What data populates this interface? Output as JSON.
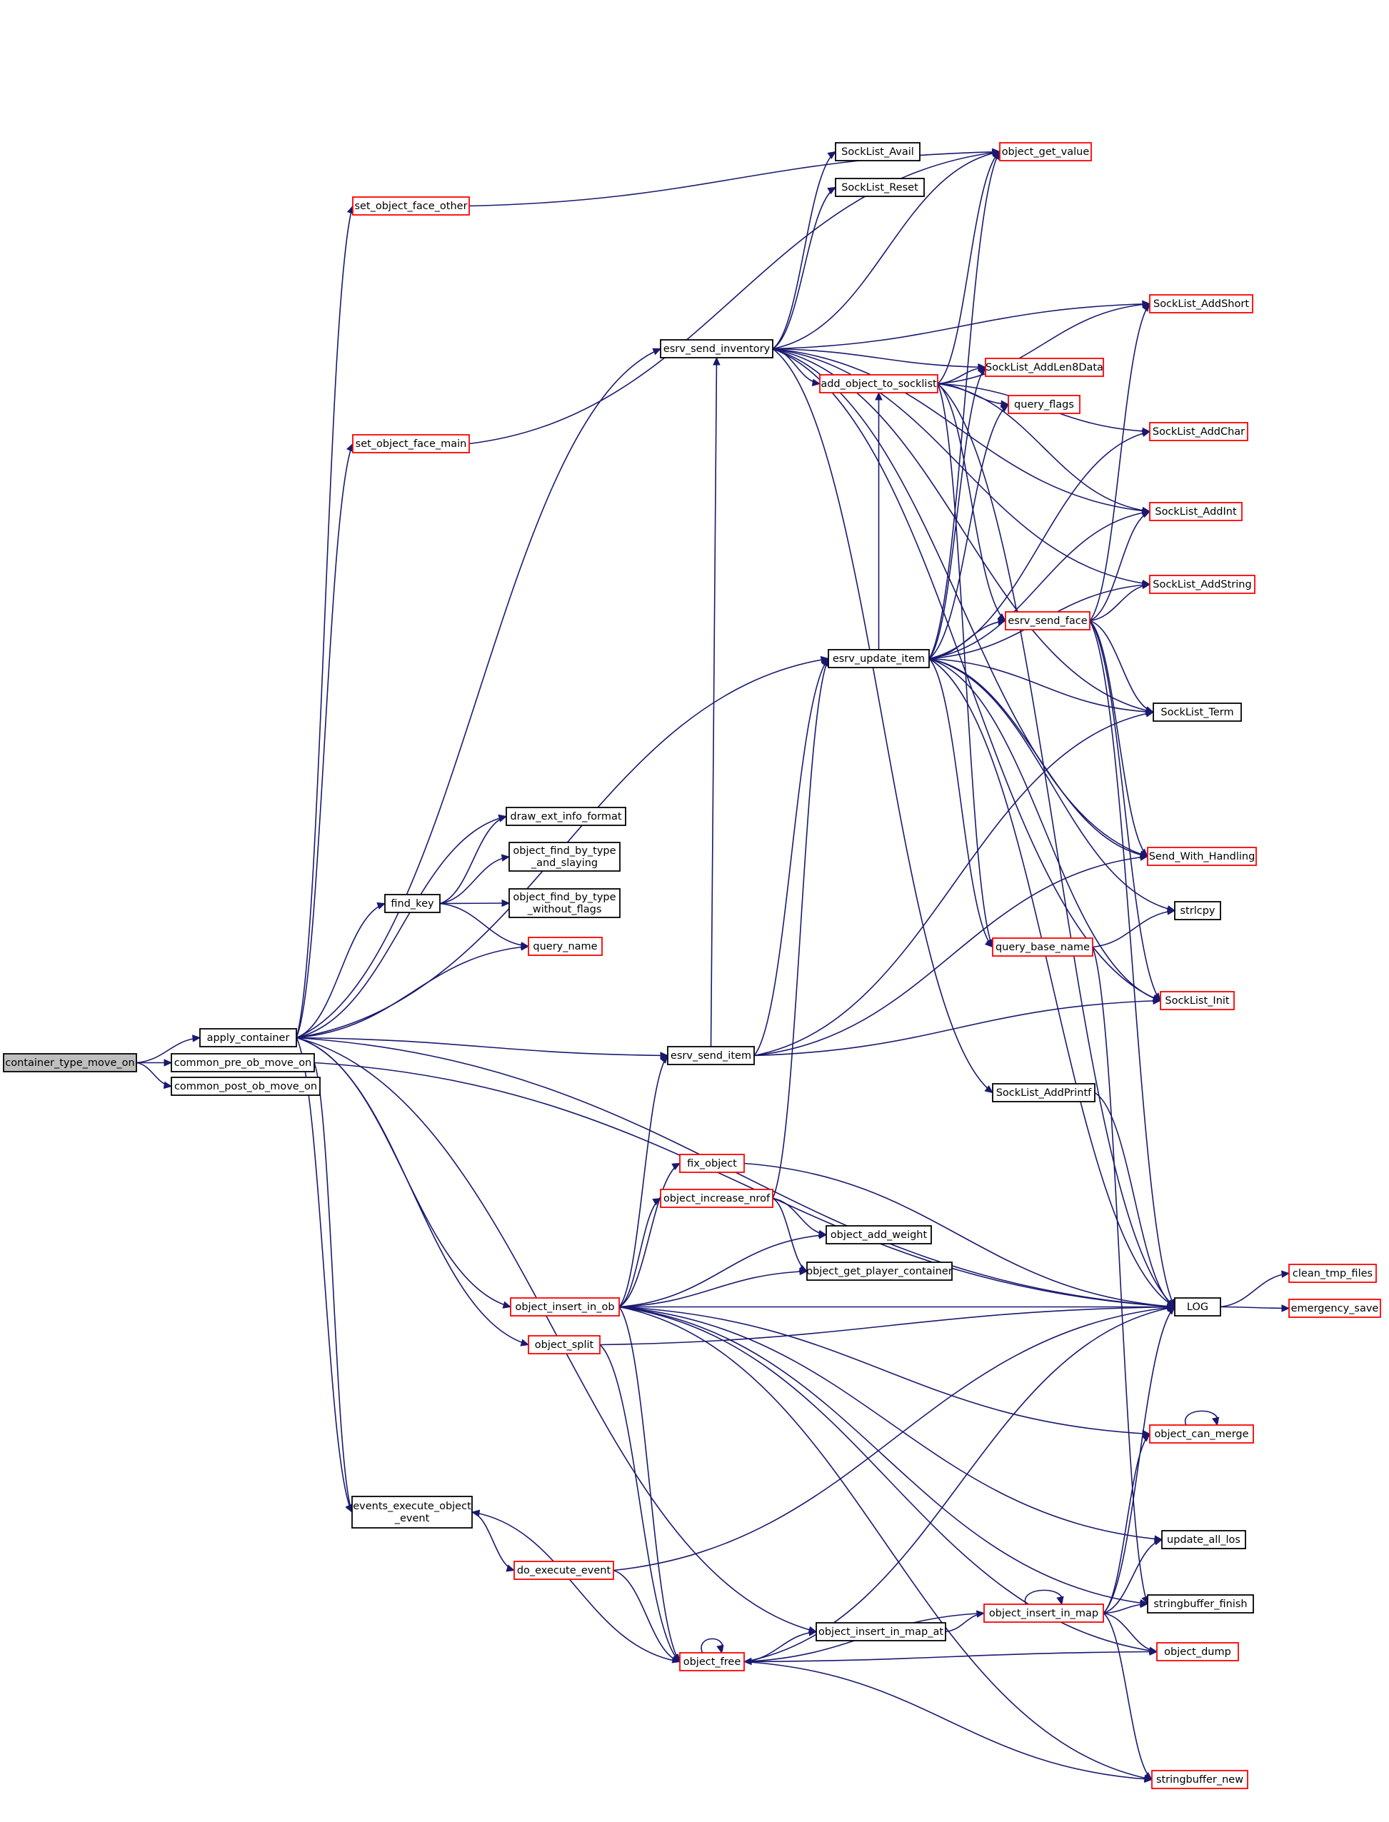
{
  "diagram": {
    "kind": "call-graph",
    "colors": {
      "edge": "#191970",
      "node_border_default": "#000000",
      "node_border_truncated": "#ff0000",
      "root_fill": "#bfbfbf",
      "node_fill": "#ffffff"
    },
    "nodes": [
      {
        "id": "container_type_move_on",
        "lines": [
          "container_type_move_on"
        ],
        "style": "root"
      },
      {
        "id": "common_pre_ob_move_on",
        "lines": [
          "common_pre_ob_move_on"
        ],
        "style": "plain"
      },
      {
        "id": "common_post_ob_move_on",
        "lines": [
          "common_post_ob_move_on"
        ],
        "style": "plain"
      },
      {
        "id": "apply_container",
        "lines": [
          "apply_container"
        ],
        "style": "plain"
      },
      {
        "id": "set_object_face_other",
        "lines": [
          "set_object_face_other"
        ],
        "style": "trunc"
      },
      {
        "id": "set_object_face_main",
        "lines": [
          "set_object_face_main"
        ],
        "style": "trunc"
      },
      {
        "id": "draw_ext_info_format",
        "lines": [
          "draw_ext_info_format"
        ],
        "style": "plain"
      },
      {
        "id": "object_find_by_type_and_slaying",
        "lines": [
          "object_find_by_type",
          "_and_slaying"
        ],
        "style": "plain"
      },
      {
        "id": "object_find_by_type_without_flags",
        "lines": [
          "object_find_by_type",
          "_without_flags"
        ],
        "style": "plain"
      },
      {
        "id": "find_key",
        "lines": [
          "find_key"
        ],
        "style": "plain"
      },
      {
        "id": "query_name",
        "lines": [
          "query_name"
        ],
        "style": "trunc"
      },
      {
        "id": "esrv_send_inventory",
        "lines": [
          "esrv_send_inventory"
        ],
        "style": "plain"
      },
      {
        "id": "SockList_Avail",
        "lines": [
          "SockList_Avail"
        ],
        "style": "plain"
      },
      {
        "id": "SockList_Reset",
        "lines": [
          "SockList_Reset"
        ],
        "style": "plain"
      },
      {
        "id": "object_get_value",
        "lines": [
          "object_get_value"
        ],
        "style": "trunc"
      },
      {
        "id": "add_object_to_socklist",
        "lines": [
          "add_object_to_socklist"
        ],
        "style": "trunc"
      },
      {
        "id": "SockList_AddShort",
        "lines": [
          "SockList_AddShort"
        ],
        "style": "trunc"
      },
      {
        "id": "SockList_AddLen8Data",
        "lines": [
          "SockList_AddLen8Data"
        ],
        "style": "trunc"
      },
      {
        "id": "query_flags",
        "lines": [
          "query_flags"
        ],
        "style": "trunc"
      },
      {
        "id": "SockList_AddChar",
        "lines": [
          "SockList_AddChar"
        ],
        "style": "trunc"
      },
      {
        "id": "SockList_AddInt",
        "lines": [
          "SockList_AddInt"
        ],
        "style": "trunc"
      },
      {
        "id": "SockList_AddString",
        "lines": [
          "SockList_AddString"
        ],
        "style": "trunc"
      },
      {
        "id": "esrv_send_face",
        "lines": [
          "esrv_send_face"
        ],
        "style": "trunc"
      },
      {
        "id": "esrv_update_item",
        "lines": [
          "esrv_update_item"
        ],
        "style": "plain"
      },
      {
        "id": "SockList_Term",
        "lines": [
          "SockList_Term"
        ],
        "style": "plain"
      },
      {
        "id": "Send_With_Handling",
        "lines": [
          "Send_With_Handling"
        ],
        "style": "trunc"
      },
      {
        "id": "strlcpy",
        "lines": [
          "strlcpy"
        ],
        "style": "plain"
      },
      {
        "id": "query_base_name",
        "lines": [
          "query_base_name"
        ],
        "style": "trunc"
      },
      {
        "id": "SockList_Init",
        "lines": [
          "SockList_Init"
        ],
        "style": "trunc"
      },
      {
        "id": "esrv_send_item",
        "lines": [
          "esrv_send_item"
        ],
        "style": "plain"
      },
      {
        "id": "SockList_AddPrintf",
        "lines": [
          "SockList_AddPrintf"
        ],
        "style": "plain"
      },
      {
        "id": "fix_object",
        "lines": [
          "fix_object"
        ],
        "style": "trunc"
      },
      {
        "id": "object_increase_nrof",
        "lines": [
          "object_increase_nrof"
        ],
        "style": "trunc"
      },
      {
        "id": "object_add_weight",
        "lines": [
          "object_add_weight"
        ],
        "style": "plain"
      },
      {
        "id": "object_get_player_container",
        "lines": [
          "object_get_player_container"
        ],
        "style": "plain"
      },
      {
        "id": "object_insert_in_ob",
        "lines": [
          "object_insert_in_ob"
        ],
        "style": "trunc"
      },
      {
        "id": "LOG",
        "lines": [
          "LOG"
        ],
        "style": "plain"
      },
      {
        "id": "clean_tmp_files",
        "lines": [
          "clean_tmp_files"
        ],
        "style": "trunc"
      },
      {
        "id": "emergency_save",
        "lines": [
          "emergency_save"
        ],
        "style": "trunc"
      },
      {
        "id": "object_split",
        "lines": [
          "object_split"
        ],
        "style": "trunc"
      },
      {
        "id": "object_can_merge",
        "lines": [
          "object_can_merge"
        ],
        "style": "trunc"
      },
      {
        "id": "events_execute_object_event",
        "lines": [
          "events_execute_object",
          "_event"
        ],
        "style": "plain"
      },
      {
        "id": "update_all_los",
        "lines": [
          "update_all_los"
        ],
        "style": "plain"
      },
      {
        "id": "do_execute_event",
        "lines": [
          "do_execute_event"
        ],
        "style": "trunc"
      },
      {
        "id": "stringbuffer_finish",
        "lines": [
          "stringbuffer_finish"
        ],
        "style": "plain"
      },
      {
        "id": "object_insert_in_map",
        "lines": [
          "object_insert_in_map"
        ],
        "style": "trunc"
      },
      {
        "id": "object_insert_in_map_at",
        "lines": [
          "object_insert_in_map_at"
        ],
        "style": "plain"
      },
      {
        "id": "object_free",
        "lines": [
          "object_free"
        ],
        "style": "trunc"
      },
      {
        "id": "object_dump",
        "lines": [
          "object_dump"
        ],
        "style": "trunc"
      },
      {
        "id": "stringbuffer_new",
        "lines": [
          "stringbuffer_new"
        ],
        "style": "trunc"
      }
    ],
    "edges": [
      [
        "container_type_move_on",
        "apply_container"
      ],
      [
        "container_type_move_on",
        "common_pre_ob_move_on"
      ],
      [
        "container_type_move_on",
        "common_post_ob_move_on"
      ],
      [
        "common_pre_ob_move_on",
        "events_execute_object_event"
      ],
      [
        "common_pre_ob_move_on",
        "LOG"
      ],
      [
        "apply_container",
        "set_object_face_other"
      ],
      [
        "apply_container",
        "set_object_face_main"
      ],
      [
        "apply_container",
        "draw_ext_info_format"
      ],
      [
        "apply_container",
        "find_key"
      ],
      [
        "apply_container",
        "query_name"
      ],
      [
        "apply_container",
        "esrv_send_inventory"
      ],
      [
        "apply_container",
        "esrv_update_item"
      ],
      [
        "apply_container",
        "esrv_send_item"
      ],
      [
        "apply_container",
        "LOG"
      ],
      [
        "apply_container",
        "object_insert_in_ob"
      ],
      [
        "apply_container",
        "object_split"
      ],
      [
        "apply_container",
        "events_execute_object_event"
      ],
      [
        "apply_container",
        "object_insert_in_map_at"
      ],
      [
        "set_object_face_other",
        "object_get_value"
      ],
      [
        "set_object_face_main",
        "object_get_value"
      ],
      [
        "find_key",
        "draw_ext_info_format"
      ],
      [
        "find_key",
        "object_find_by_type_and_slaying"
      ],
      [
        "find_key",
        "object_find_by_type_without_flags"
      ],
      [
        "find_key",
        "query_name"
      ],
      [
        "esrv_send_inventory",
        "SockList_Avail"
      ],
      [
        "esrv_send_inventory",
        "SockList_Reset"
      ],
      [
        "esrv_send_inventory",
        "object_get_value"
      ],
      [
        "esrv_send_inventory",
        "add_object_to_socklist"
      ],
      [
        "esrv_send_inventory",
        "SockList_AddLen8Data"
      ],
      [
        "esrv_send_inventory",
        "SockList_AddShort"
      ],
      [
        "esrv_send_inventory",
        "SockList_AddInt"
      ],
      [
        "esrv_send_inventory",
        "SockList_AddString"
      ],
      [
        "esrv_send_inventory",
        "SockList_Term"
      ],
      [
        "esrv_send_inventory",
        "Send_With_Handling"
      ],
      [
        "esrv_send_inventory",
        "SockList_Init"
      ],
      [
        "esrv_send_inventory",
        "SockList_AddPrintf"
      ],
      [
        "add_object_to_socklist",
        "object_get_value"
      ],
      [
        "add_object_to_socklist",
        "SockList_AddShort"
      ],
      [
        "add_object_to_socklist",
        "SockList_AddLen8Data"
      ],
      [
        "add_object_to_socklist",
        "query_flags"
      ],
      [
        "add_object_to_socklist",
        "SockList_AddChar"
      ],
      [
        "add_object_to_socklist",
        "SockList_AddInt"
      ],
      [
        "add_object_to_socklist",
        "esrv_send_face"
      ],
      [
        "add_object_to_socklist",
        "query_base_name"
      ],
      [
        "add_object_to_socklist",
        "LOG"
      ],
      [
        "esrv_update_item",
        "object_get_value"
      ],
      [
        "esrv_update_item",
        "add_object_to_socklist"
      ],
      [
        "esrv_update_item",
        "SockList_AddLen8Data"
      ],
      [
        "esrv_update_item",
        "query_flags"
      ],
      [
        "esrv_update_item",
        "SockList_AddChar"
      ],
      [
        "esrv_update_item",
        "SockList_AddInt"
      ],
      [
        "esrv_update_item",
        "SockList_AddString"
      ],
      [
        "esrv_update_item",
        "esrv_send_face"
      ],
      [
        "esrv_update_item",
        "SockList_Term"
      ],
      [
        "esrv_update_item",
        "Send_With_Handling"
      ],
      [
        "esrv_update_item",
        "strlcpy"
      ],
      [
        "esrv_update_item",
        "query_base_name"
      ],
      [
        "esrv_update_item",
        "SockList_Init"
      ],
      [
        "esrv_update_item",
        "LOG"
      ],
      [
        "esrv_send_face",
        "SockList_AddShort"
      ],
      [
        "esrv_send_face",
        "SockList_AddInt"
      ],
      [
        "esrv_send_face",
        "SockList_AddString"
      ],
      [
        "esrv_send_face",
        "SockList_Term"
      ],
      [
        "esrv_send_face",
        "Send_With_Handling"
      ],
      [
        "esrv_send_face",
        "SockList_Init"
      ],
      [
        "esrv_send_face",
        "LOG"
      ],
      [
        "query_base_name",
        "strlcpy"
      ],
      [
        "query_base_name",
        "stringbuffer_finish"
      ],
      [
        "esrv_send_item",
        "esrv_send_inventory"
      ],
      [
        "esrv_send_item",
        "esrv_update_item"
      ],
      [
        "esrv_send_item",
        "SockList_Term"
      ],
      [
        "esrv_send_item",
        "Send_With_Handling"
      ],
      [
        "esrv_send_item",
        "SockList_Init"
      ],
      [
        "SockList_AddPrintf",
        "LOG"
      ],
      [
        "object_insert_in_ob",
        "esrv_send_item"
      ],
      [
        "object_insert_in_ob",
        "fix_object"
      ],
      [
        "object_insert_in_ob",
        "object_increase_nrof"
      ],
      [
        "object_insert_in_ob",
        "object_add_weight"
      ],
      [
        "object_insert_in_ob",
        "object_get_player_container"
      ],
      [
        "object_insert_in_ob",
        "LOG"
      ],
      [
        "object_insert_in_ob",
        "object_can_merge"
      ],
      [
        "object_insert_in_ob",
        "update_all_los"
      ],
      [
        "object_insert_in_ob",
        "stringbuffer_finish"
      ],
      [
        "object_insert_in_ob",
        "object_free"
      ],
      [
        "object_insert_in_ob",
        "object_dump"
      ],
      [
        "object_insert_in_ob",
        "stringbuffer_new"
      ],
      [
        "fix_object",
        "LOG"
      ],
      [
        "object_increase_nrof",
        "esrv_update_item"
      ],
      [
        "object_increase_nrof",
        "object_add_weight"
      ],
      [
        "object_increase_nrof",
        "object_get_player_container"
      ],
      [
        "LOG",
        "clean_tmp_files"
      ],
      [
        "LOG",
        "emergency_save"
      ],
      [
        "object_split",
        "LOG"
      ],
      [
        "object_split",
        "object_free"
      ],
      [
        "object_can_merge",
        "object_can_merge"
      ],
      [
        "events_execute_object_event",
        "do_execute_event"
      ],
      [
        "do_execute_event",
        "LOG"
      ],
      [
        "do_execute_event",
        "object_free"
      ],
      [
        "object_insert_in_map_at",
        "object_insert_in_map"
      ],
      [
        "object_insert_in_map",
        "object_insert_in_map"
      ],
      [
        "object_insert_in_map",
        "LOG"
      ],
      [
        "object_insert_in_map",
        "object_can_merge"
      ],
      [
        "object_insert_in_map",
        "update_all_los"
      ],
      [
        "object_insert_in_map",
        "stringbuffer_finish"
      ],
      [
        "object_insert_in_map",
        "object_free"
      ],
      [
        "object_insert_in_map",
        "object_dump"
      ],
      [
        "object_insert_in_map",
        "stringbuffer_new"
      ],
      [
        "object_free",
        "object_free"
      ],
      [
        "object_free",
        "events_execute_object_event"
      ],
      [
        "object_free",
        "object_insert_in_map_at"
      ],
      [
        "object_free",
        "LOG"
      ],
      [
        "object_free",
        "object_dump"
      ],
      [
        "object_free",
        "stringbuffer_new"
      ]
    ]
  }
}
